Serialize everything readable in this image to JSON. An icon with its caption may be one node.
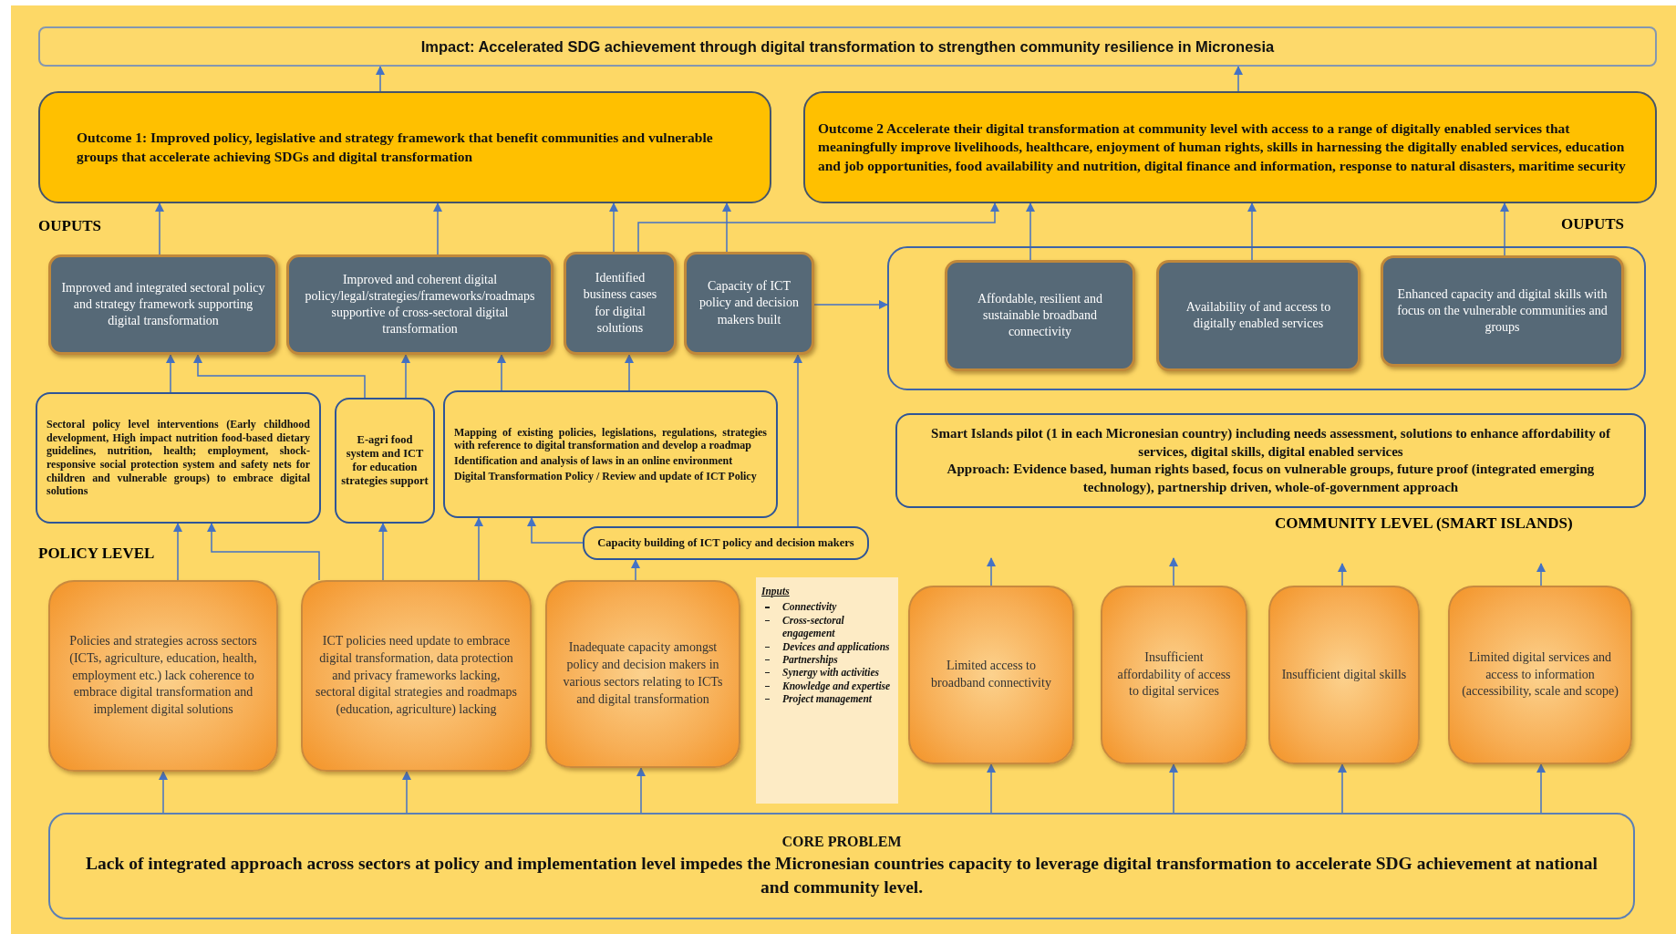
{
  "diagram": {
    "nodes": [
      {
        "text": [
          "Impact: Accelerated SDG achievement through digital transformation to strengthen community resilience in Micronesia"
        ]
      },
      {
        "text": [
          "Outcome 1: Improved policy, legislative and strategy framework that benefit communities and vulnerable groups that accelerate achieving SDGs and digital transformation"
        ]
      },
      {
        "text": [
          "Outcome 2 Accelerate their digital transformation at community level with access to a range of digitally enabled services that meaningfully improve livelihoods, healthcare, enjoyment of human rights, skills in harnessing the digitally enabled services, education and job opportunities, food availability and nutrition, digital finance and information, response to natural disasters, maritime security"
        ]
      },
      {
        "text": [
          "Improved and integrated sectoral policy and strategy framework supporting digital transformation"
        ]
      },
      {
        "text": [
          "Improved and coherent digital policy/legal/strategies/frameworks/roadmaps supportive of cross-sectoral digital transformation"
        ]
      },
      {
        "text": [
          "Identified business cases for digital solutions"
        ]
      },
      {
        "text": [
          "Capacity of ICT policy and decision makers built"
        ]
      },
      {
        "text": [],
        "shape": "box"
      },
      {
        "text": [
          "Affordable, resilient and sustainable broadband connectivity"
        ],
        "in": 7
      },
      {
        "text": [
          "Availability of and access to digitally enabled services"
        ],
        "in": 7
      },
      {
        "text": [
          "Enhanced capacity and digital skills with focus on the vulnerable communities and groups"
        ],
        "in": 7
      },
      {
        "text": [
          "Sectoral policy level interventions (Early childhood development, High impact nutrition food-based dietary guidelines, nutrition, health; employment, shock-responsive social protection system and safety nets for children and vulnerable groups) to embrace digital solutions"
        ]
      },
      {
        "text": [
          "E-agri food system and ICT for education strategies support"
        ]
      },
      {
        "text": [
          "Mapping of existing policies, legislations, regulations, strategies with reference to digital transformation and develop a roadmap",
          "Identification and analysis of laws in an online environment",
          "Digital Transformation Policy / Review and update of ICT Policy"
        ]
      },
      {
        "text": [
          "Smart Islands pilot (1 in each Micronesian country) including needs assessment, solutions to enhance affordability of services, digital skills, digital enabled services",
          "Approach: Evidence based, human rights based, focus on vulnerable groups, future proof (integrated emerging technology), partnership driven, whole-of-government approach"
        ]
      },
      {
        "text": [
          "Capacity building of ICT policy and decision makers"
        ]
      },
      {
        "text": [
          "Policies and strategies across sectors (ICTs, agriculture, education, health, employment etc.) lack coherence to embrace digital transformation and implement digital solutions"
        ]
      },
      {
        "text": [
          "ICT policies need update to embrace digital transformation, data protection and privacy frameworks lacking, sectoral digital strategies and roadmaps (education, agriculture) lacking"
        ]
      },
      {
        "text": [
          "Inadequate capacity amongst policy and decision makers in various sectors relating to ICTs and digital transformation"
        ]
      },
      {
        "text": [
          "Inputs",
          "Connectivity",
          "Cross-sectoral engagement",
          "Devices and applications",
          "Partnerships",
          "Synergy with activities",
          "Knowledge and expertise",
          "Project management"
        ]
      },
      {
        "text": [
          "Limited access to broadband connectivity"
        ]
      },
      {
        "text": [
          "Insufficient affordability of access to digital services"
        ]
      },
      {
        "text": [
          "Insufficient digital skills"
        ]
      },
      {
        "text": [
          "Limited digital services and access to information (accessibility, scale and scope)"
        ]
      },
      {
        "text": [
          "CORE PROBLEM",
          "Lack of integrated approach across sectors at policy and implementation level impedes the Micronesian countries capacity to leverage digital transformation to accelerate SDG achievement at national and community level."
        ]
      }
    ],
    "edges": [
      {
        "from": 1,
        "to": 0,
        "arrow": "to"
      },
      {
        "from": 2,
        "to": 0,
        "arrow": "to"
      },
      {
        "from": 3,
        "to": 1,
        "arrow": "to"
      },
      {
        "from": 4,
        "to": 1,
        "arrow": "to"
      },
      {
        "from": 5,
        "to": 1,
        "arrow": "to"
      },
      {
        "from": 6,
        "to": 1,
        "arrow": "to"
      },
      {
        "from": 5,
        "to": 2,
        "arrow": "to"
      },
      {
        "from": 8,
        "to": 2,
        "arrow": "to"
      },
      {
        "from": 9,
        "to": 2,
        "arrow": "to"
      },
      {
        "from": 10,
        "to": 2,
        "arrow": "to"
      },
      {
        "from": 6,
        "to": 7,
        "arrow": "to"
      },
      {
        "from": 11,
        "to": 3,
        "arrow": "to"
      },
      {
        "from": 12,
        "to": 3,
        "arrow": "to"
      },
      {
        "from": 12,
        "to": 4,
        "arrow": "to"
      },
      {
        "from": 13,
        "to": 5,
        "arrow": "to"
      },
      {
        "from": 13,
        "to": 4,
        "arrow": "to"
      },
      {
        "from": 15,
        "to": 6,
        "arrow": "to"
      },
      {
        "from": 15,
        "to": 13,
        "arrow": "to"
      },
      {
        "from": 16,
        "to": 11,
        "arrow": "to"
      },
      {
        "from": 17,
        "to": 11,
        "arrow": "to"
      },
      {
        "from": 17,
        "to": 12,
        "arrow": "to"
      },
      {
        "from": 17,
        "to": 13,
        "arrow": "to"
      },
      {
        "from": 18,
        "to": 15,
        "arrow": "to"
      },
      {
        "from": 20,
        "to": null,
        "arrow": "to"
      },
      {
        "from": 21,
        "to": null,
        "arrow": "to"
      },
      {
        "from": 22,
        "to": null,
        "arrow": "to"
      },
      {
        "from": 23,
        "to": null,
        "arrow": "to"
      },
      {
        "from": 24,
        "to": 16,
        "arrow": "to"
      },
      {
        "from": 24,
        "to": 17,
        "arrow": "to"
      },
      {
        "from": 24,
        "to": 18,
        "arrow": "to"
      },
      {
        "from": 24,
        "to": 20,
        "arrow": "to"
      },
      {
        "from": 24,
        "to": 21,
        "arrow": "to"
      },
      {
        "from": 24,
        "to": 22,
        "arrow": "to"
      },
      {
        "from": 24,
        "to": 23,
        "arrow": "to"
      }
    ],
    "labels": [
      "OUPUTS",
      "OUPUTS",
      "POLICY LEVEL",
      "COMMUNITY LEVEL (SMART ISLANDS)"
    ]
  }
}
